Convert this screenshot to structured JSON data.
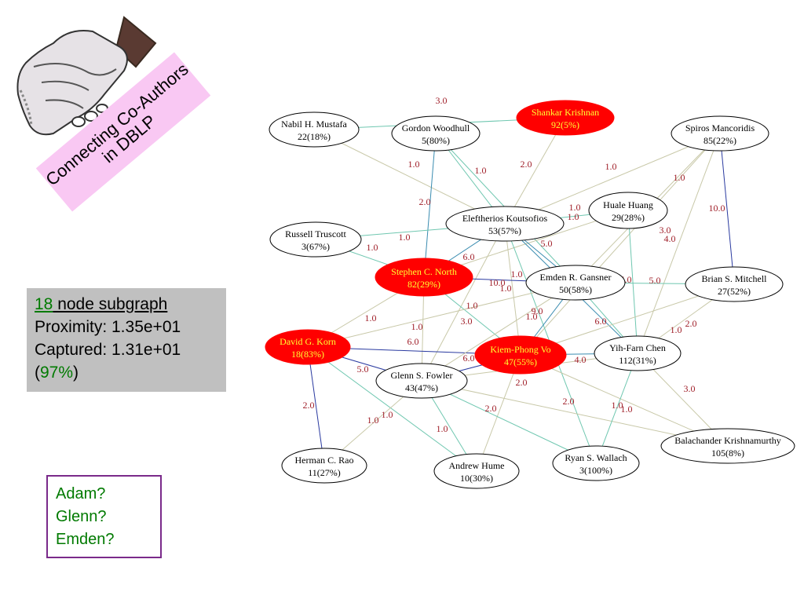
{
  "title": {
    "line1": "Connecting Co-Authors",
    "line2": "in DBLP"
  },
  "stats": {
    "node_count": "18",
    "node_suffix": " node subgraph",
    "proximity": "Proximity: 1.35e+01",
    "captured": "Captured: 1.31e+01",
    "captured_pct_open": "(",
    "captured_pct": "97%",
    "captured_pct_close": ")"
  },
  "questions": [
    "Adam?",
    "Glenn?",
    "Emden?"
  ],
  "colors": {
    "highlight_node": "#ff0000",
    "highlight_text": "#ffff33",
    "node_text": "#000000",
    "edge_label": "#a0202a",
    "banner": "#f9c8f3",
    "stats_bg": "#c0c0c0",
    "accent_green": "#007a00",
    "names_border": "#7a2a8a"
  },
  "logo": {
    "icon": "handshake-icon"
  },
  "graph": {
    "nodes": [
      {
        "id": "mustafa",
        "name": "Nabil H. Mustafa",
        "stat": "22(18%)",
        "highlight": false
      },
      {
        "id": "woodhull",
        "name": "Gordon Woodhull",
        "stat": "5(80%)",
        "highlight": false
      },
      {
        "id": "krishnan",
        "name": "Shankar Krishnan",
        "stat": "92(5%)",
        "highlight": true
      },
      {
        "id": "mancoridis",
        "name": "Spiros Mancoridis",
        "stat": "85(22%)",
        "highlight": false
      },
      {
        "id": "huang",
        "name": "Huale Huang",
        "stat": "29(28%)",
        "highlight": false
      },
      {
        "id": "koutsofios",
        "name": "Eleftherios Koutsofios",
        "stat": "53(57%)",
        "highlight": false
      },
      {
        "id": "truscott",
        "name": "Russell Truscott",
        "stat": "3(67%)",
        "highlight": false
      },
      {
        "id": "north",
        "name": "Stephen C. North",
        "stat": "82(29%)",
        "highlight": true
      },
      {
        "id": "gansner",
        "name": "Emden R. Gansner",
        "stat": "50(58%)",
        "highlight": false
      },
      {
        "id": "mitchell",
        "name": "Brian S. Mitchell",
        "stat": "27(52%)",
        "highlight": false
      },
      {
        "id": "korn",
        "name": "David G. Korn",
        "stat": "18(83%)",
        "highlight": true
      },
      {
        "id": "vo",
        "name": "Kiem-Phong Vo",
        "stat": "47(55%)",
        "highlight": true
      },
      {
        "id": "chen",
        "name": "Yih-Farn Chen",
        "stat": "112(31%)",
        "highlight": false
      },
      {
        "id": "fowler",
        "name": "Glenn S. Fowler",
        "stat": "43(47%)",
        "highlight": false
      },
      {
        "id": "krishnamurthy",
        "name": "Balachander Krishnamurthy",
        "stat": "105(8%)",
        "highlight": false
      },
      {
        "id": "rao",
        "name": "Herman C. Rao",
        "stat": "11(27%)",
        "highlight": false
      },
      {
        "id": "hume",
        "name": "Andrew Hume",
        "stat": "10(30%)",
        "highlight": false
      },
      {
        "id": "wallach",
        "name": "Ryan S. Wallach",
        "stat": "3(100%)",
        "highlight": false
      }
    ],
    "edges": [
      {
        "from": "mustafa",
        "to": "krishnan",
        "label": "3.0",
        "color": "#6fc7b0"
      },
      {
        "from": "mustafa",
        "to": "koutsofios",
        "label": "",
        "color": "#c8c8a8"
      },
      {
        "from": "woodhull",
        "to": "north",
        "label": "2.0",
        "color": "#3a8cb0"
      },
      {
        "from": "woodhull",
        "to": "koutsofios",
        "label": "1.0",
        "color": "#6fc7b0"
      },
      {
        "from": "woodhull",
        "to": "gansner",
        "label": "1.0",
        "color": "#6fc7b0"
      },
      {
        "from": "krishnan",
        "to": "koutsofios",
        "label": "2.0",
        "color": "#c8c8a8"
      },
      {
        "from": "mancoridis",
        "to": "koutsofios",
        "label": "1.0",
        "color": "#c8c8a8"
      },
      {
        "from": "mancoridis",
        "to": "gansner",
        "label": "1.0",
        "color": "#c8c8a8"
      },
      {
        "from": "mancoridis",
        "to": "mitchell",
        "label": "10.0",
        "color": "#2a3aa0"
      },
      {
        "from": "mancoridis",
        "to": "chen",
        "label": "3.0",
        "color": "#c8c8a8"
      },
      {
        "from": "mancoridis",
        "to": "vo",
        "label": "4.0",
        "color": "#c8c8a8"
      },
      {
        "from": "huang",
        "to": "koutsofios",
        "label": "1.0",
        "color": "#6fc7b0"
      },
      {
        "from": "huang",
        "to": "chen",
        "label": "5.0",
        "color": "#6fc7b0"
      },
      {
        "from": "huang",
        "to": "north",
        "label": "1.0",
        "color": "#c8c8a8"
      },
      {
        "from": "truscott",
        "to": "koutsofios",
        "label": "1.0",
        "color": "#6fc7b0"
      },
      {
        "from": "truscott",
        "to": "north",
        "label": "1.0",
        "color": "#6fc7b0"
      },
      {
        "from": "koutsofios",
        "to": "north",
        "label": "6.0",
        "color": "#3a8cb0"
      },
      {
        "from": "koutsofios",
        "to": "gansner",
        "label": "5.0",
        "color": "#3a8cb0"
      },
      {
        "from": "koutsofios",
        "to": "vo",
        "label": "1.0",
        "color": "#c8c8a8"
      },
      {
        "from": "koutsofios",
        "to": "chen",
        "label": "6.0",
        "color": "#3a8cb0"
      },
      {
        "from": "koutsofios",
        "to": "wallach",
        "label": "",
        "color": "#6fc7b0"
      },
      {
        "from": "koutsofios",
        "to": "fowler",
        "label": "3.0",
        "color": "#c8c8a8"
      },
      {
        "from": "north",
        "to": "gansner",
        "label": "10.0",
        "color": "#2a3aa0"
      },
      {
        "from": "north",
        "to": "korn",
        "label": "1.0",
        "color": "#c8c8a8"
      },
      {
        "from": "north",
        "to": "fowler",
        "label": "1.0",
        "color": "#c8c8a8"
      },
      {
        "from": "north",
        "to": "vo",
        "label": "1.0",
        "color": "#6fc7b0"
      },
      {
        "from": "gansner",
        "to": "vo",
        "label": "9.0",
        "color": "#3a8cb0"
      },
      {
        "from": "gansner",
        "to": "mitchell",
        "label": "5.0",
        "color": "#6fc7b0"
      },
      {
        "from": "gansner",
        "to": "chen",
        "label": "1.0",
        "color": "#6fc7b0"
      },
      {
        "from": "mitchell",
        "to": "chen",
        "label": "1.0",
        "color": "#c8c8a8"
      },
      {
        "from": "mitchell",
        "to": "vo",
        "label": "2.0",
        "color": "#c8c8a8"
      },
      {
        "from": "korn",
        "to": "vo",
        "label": "6.0",
        "color": "#2a3aa0"
      },
      {
        "from": "korn",
        "to": "fowler",
        "label": "5.0",
        "color": "#2a3aa0"
      },
      {
        "from": "korn",
        "to": "rao",
        "label": "2.0",
        "color": "#2a3aa0"
      },
      {
        "from": "korn",
        "to": "hume",
        "label": "",
        "color": "#6fc7b0"
      },
      {
        "from": "vo",
        "to": "fowler",
        "label": "6.0",
        "color": "#2a3aa0"
      },
      {
        "from": "vo",
        "to": "chen",
        "label": "4.0",
        "color": "#3a8cb0"
      },
      {
        "from": "vo",
        "to": "hume",
        "label": "2.0",
        "color": "#c8c8a8"
      },
      {
        "from": "vo",
        "to": "krishnamurthy",
        "label": "",
        "color": "#c8c8a8"
      },
      {
        "from": "fowler",
        "to": "rao",
        "label": "1.0",
        "color": "#c8c8a8"
      },
      {
        "from": "fowler",
        "to": "hume",
        "label": "1.0",
        "color": "#6fc7b0"
      },
      {
        "from": "fowler",
        "to": "wallach",
        "label": "1.0",
        "color": "#6fc7b0"
      },
      {
        "from": "fowler",
        "to": "krishnamurthy",
        "label": "2.0",
        "color": "#c8c8a8"
      },
      {
        "from": "chen",
        "to": "krishnamurthy",
        "label": "2.0",
        "color": "#c8c8a8"
      },
      {
        "from": "chen",
        "to": "wallach",
        "label": "3.0",
        "color": "#6fc7b0"
      },
      {
        "from": "chen",
        "to": "fowler",
        "label": "1.0",
        "color": "#c8c8a8"
      },
      {
        "from": "gansner",
        "to": "korn",
        "label": "1.0",
        "color": "#c8c8a8"
      },
      {
        "from": "gansner",
        "to": "fowler",
        "label": "1.0",
        "color": "#c8c8a8"
      }
    ]
  }
}
